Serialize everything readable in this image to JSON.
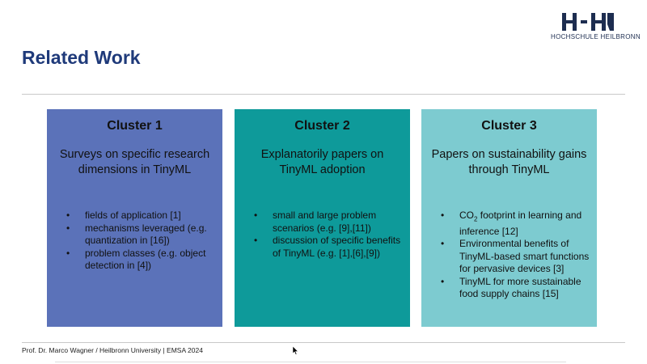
{
  "logo": {
    "text": "HOCHSCHULE HEILBRONN",
    "mark_color": "#1d2d50"
  },
  "slide": {
    "title": "Related Work"
  },
  "clusters": [
    {
      "title": "Cluster 1",
      "subtitle": "Surveys on specific research dimensions in TinyML",
      "color": "#5b72b9",
      "items": [
        "fields of application [1]",
        "mechanisms leveraged (e.g. quantization in [16])",
        "problem classes (e.g. object detection in [4])"
      ]
    },
    {
      "title": "Cluster 2",
      "subtitle": "Explanatorily papers on TinyML adoption",
      "color": "#0e9a9a",
      "items": [
        "small and large problem scenarios (e.g. [9],[11])",
        "discussion of specific benefits of TinyML (e.g. [1],[6],[9])"
      ]
    },
    {
      "title": "Cluster 3",
      "subtitle": "Papers on sustainability gains through TinyML",
      "color": "#7dcbd0",
      "items": [
        {
          "pre": "CO",
          "sub": "2",
          "post": " footprint in learning and inference [12]"
        },
        "Environmental benefits of TinyML-based smart functions for pervasive devices [3]",
        "TinyML for more sustainable food supply chains [15]"
      ]
    }
  ],
  "footer": {
    "text": "Prof. Dr. Marco Wagner / Heilbronn University | EMSA 2024"
  }
}
